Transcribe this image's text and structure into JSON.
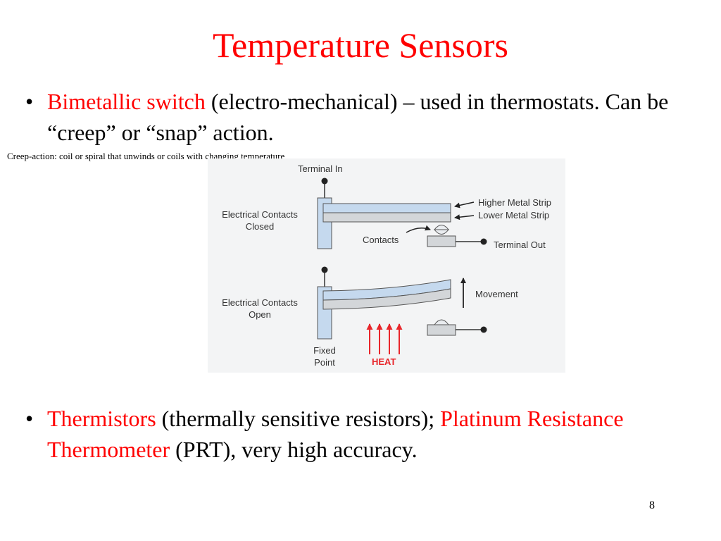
{
  "slide": {
    "title": "Temperature Sensors",
    "bullets": [
      {
        "marker": "•",
        "runs": [
          {
            "text": "Bimetallic switch",
            "color": "red"
          },
          {
            "text": " (electro-mechanical) – used in thermostats. Can be “creep” or “snap” action.",
            "color": "black"
          }
        ]
      },
      {
        "marker": "•",
        "runs": [
          {
            "text": "Thermistors",
            "color": "red"
          },
          {
            "text": " (thermally sensitive resistors); ",
            "color": "black"
          },
          {
            "text": "Platinum Resistance Thermometer",
            "color": "red"
          },
          {
            "text": " (PRT), very high accuracy.",
            "color": "black"
          }
        ]
      }
    ],
    "note": "Creep-action: coil or spiral that unwinds or coils with changing temperature",
    "page_number": "8"
  },
  "diagram": {
    "terminal_in": "Terminal In",
    "closed_label_line1": "Electrical Contacts",
    "closed_label_line2": "Closed",
    "open_label_line1": "Electrical Contacts",
    "open_label_line2": "Open",
    "higher_strip": "Higher Metal Strip",
    "lower_strip": "Lower Metal Strip",
    "contacts": "Contacts",
    "terminal_out": "Terminal Out",
    "movement": "Movement",
    "fixed_line1": "Fixed",
    "fixed_line2": "Point",
    "heat": "HEAT"
  },
  "colors": {
    "accent_red": "#ff0000",
    "heat_red": "#e8262b",
    "strip_blue": "#c5d9ee",
    "strip_gray": "#d3d6d9",
    "diagram_bg": "#f3f4f5"
  }
}
